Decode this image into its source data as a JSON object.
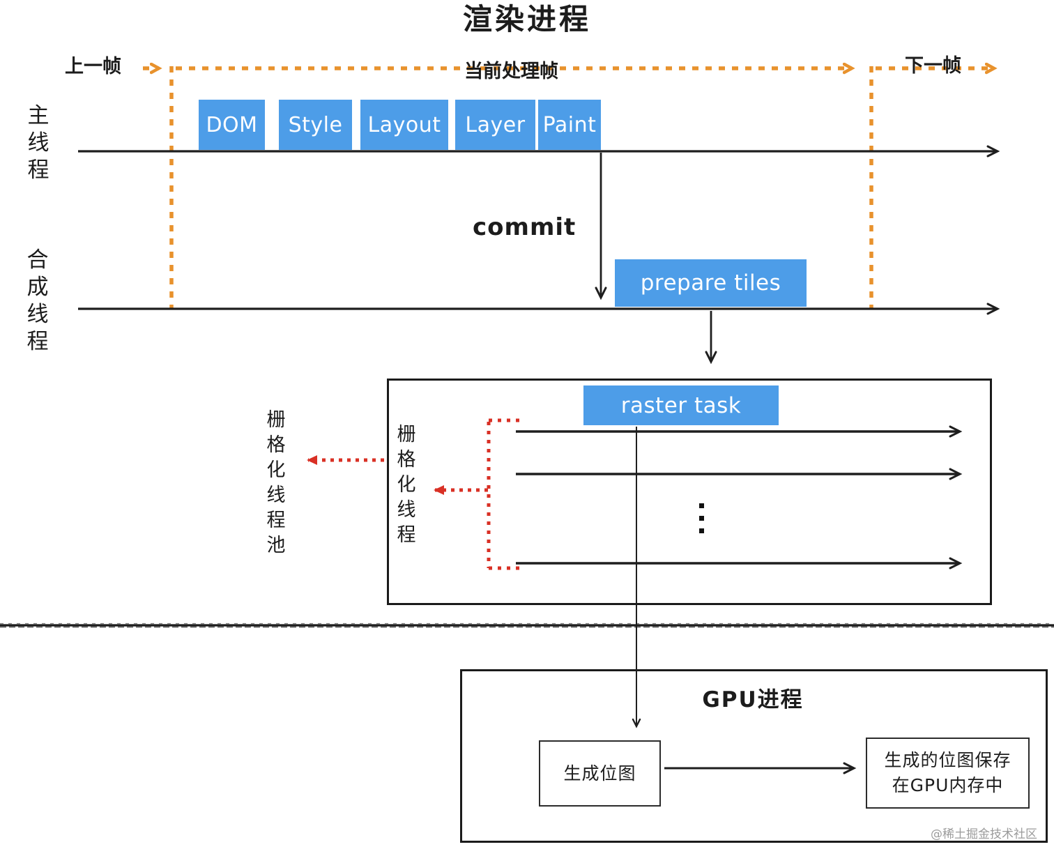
{
  "title": "渲染进程",
  "colors": {
    "stage_blue": "#4d9de8",
    "timeline_orange": "#e8922d",
    "raster_red": "#d93025",
    "ink_black": "#1c1c1c",
    "watermark_gray": "#9b9b9b"
  },
  "timeline": {
    "prev_frame": "上一帧",
    "current_frame": "当前处理帧",
    "next_frame": "下一帧"
  },
  "threads": {
    "main": "主线程",
    "compositor": "合成线程"
  },
  "pipeline_stages": [
    "DOM",
    "Style",
    "Layout",
    "Layer",
    "Paint"
  ],
  "commit_label": "commit",
  "prepare_tiles_label": "prepare tiles",
  "raster": {
    "task_label": "raster task",
    "thread_pool_label": "栅格化线程池",
    "thread_label": "栅格化线程"
  },
  "gpu": {
    "title": "GPU进程",
    "generate_bitmap": "生成位图",
    "save_bitmap_line1": "生成的位图保存",
    "save_bitmap_line2": "在GPU内存中"
  },
  "watermark": "@稀土掘金技术社区"
}
